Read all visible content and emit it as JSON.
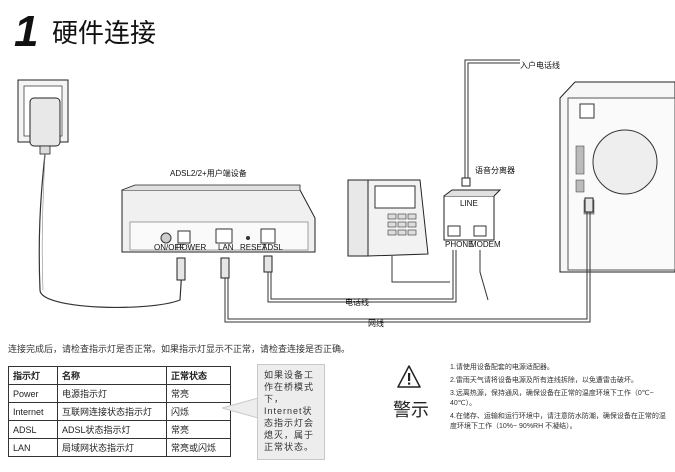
{
  "header": {
    "step_number": "1",
    "title": "硬件连接"
  },
  "diagram": {
    "line_in_label": "入户电话线",
    "modem_label": "ADSL2/2+用户端设备",
    "splitter_label": "语音分离器",
    "port_labels": {
      "onoff": "ON/OFF",
      "power": "POWER",
      "lan": "LAN",
      "reset": "RESET",
      "adsl": "ADSL",
      "line": "LINE",
      "phone": "PHONE",
      "modem": "MODEM"
    },
    "phone_cable_label": "电话线",
    "network_cable_label": "网线"
  },
  "instruction": "连接完成后，请检查指示灯是否正常。如果指示灯显示不正常，请检查连接是否正确。",
  "led_table": {
    "headers": [
      "指示灯",
      "名称",
      "正常状态"
    ],
    "rows": [
      [
        "Power",
        "电源指示灯",
        "常亮"
      ],
      [
        "Internet",
        "互联网连接状态指示灯",
        "闪烁"
      ],
      [
        "ADSL",
        "ADSL状态指示灯",
        "常亮"
      ],
      [
        "LAN",
        "局域网状态指示灯",
        "常亮或闪烁"
      ]
    ]
  },
  "note": "如果设备工作在桥模式下，Internet状态指示灯会熄灭，属于正常状态。",
  "warning": {
    "label": "警示",
    "items": [
      "1.请使用设备配套的电源适配器。",
      "2.雷雨天气请将设备电源及所有连线拆除，以免遭雷击破坏。",
      "3.远离热源，保持通风，确保设备在正常的温度环境下工作（0℃~ 40℃）。",
      "4.在储存、运输和运行环境中，请注意防水防潮，确保设备在正常的湿度环境下工作（10%~ 90%RH 不凝结）。"
    ]
  }
}
